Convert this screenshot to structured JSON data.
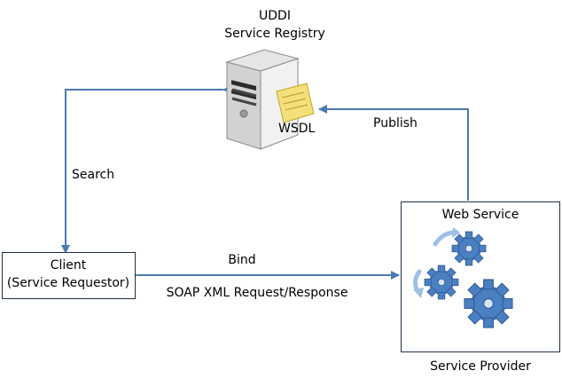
{
  "registry": {
    "title_line1": "UDDI",
    "title_line2": "Service Registry",
    "wsdl_label": "WSDL"
  },
  "edges": {
    "search": "Search",
    "publish": "Publish",
    "bind": "Bind",
    "soap": "SOAP XML Request/Response"
  },
  "client": {
    "line1": "Client",
    "line2": "(Service Requestor)"
  },
  "provider": {
    "web_service": "Web Service",
    "caption": "Service Provider"
  },
  "colors": {
    "arrow": "#4a7ab0",
    "box_border": "#1f3048",
    "gear": "#4a7fc1",
    "note": "#f4e07a"
  }
}
